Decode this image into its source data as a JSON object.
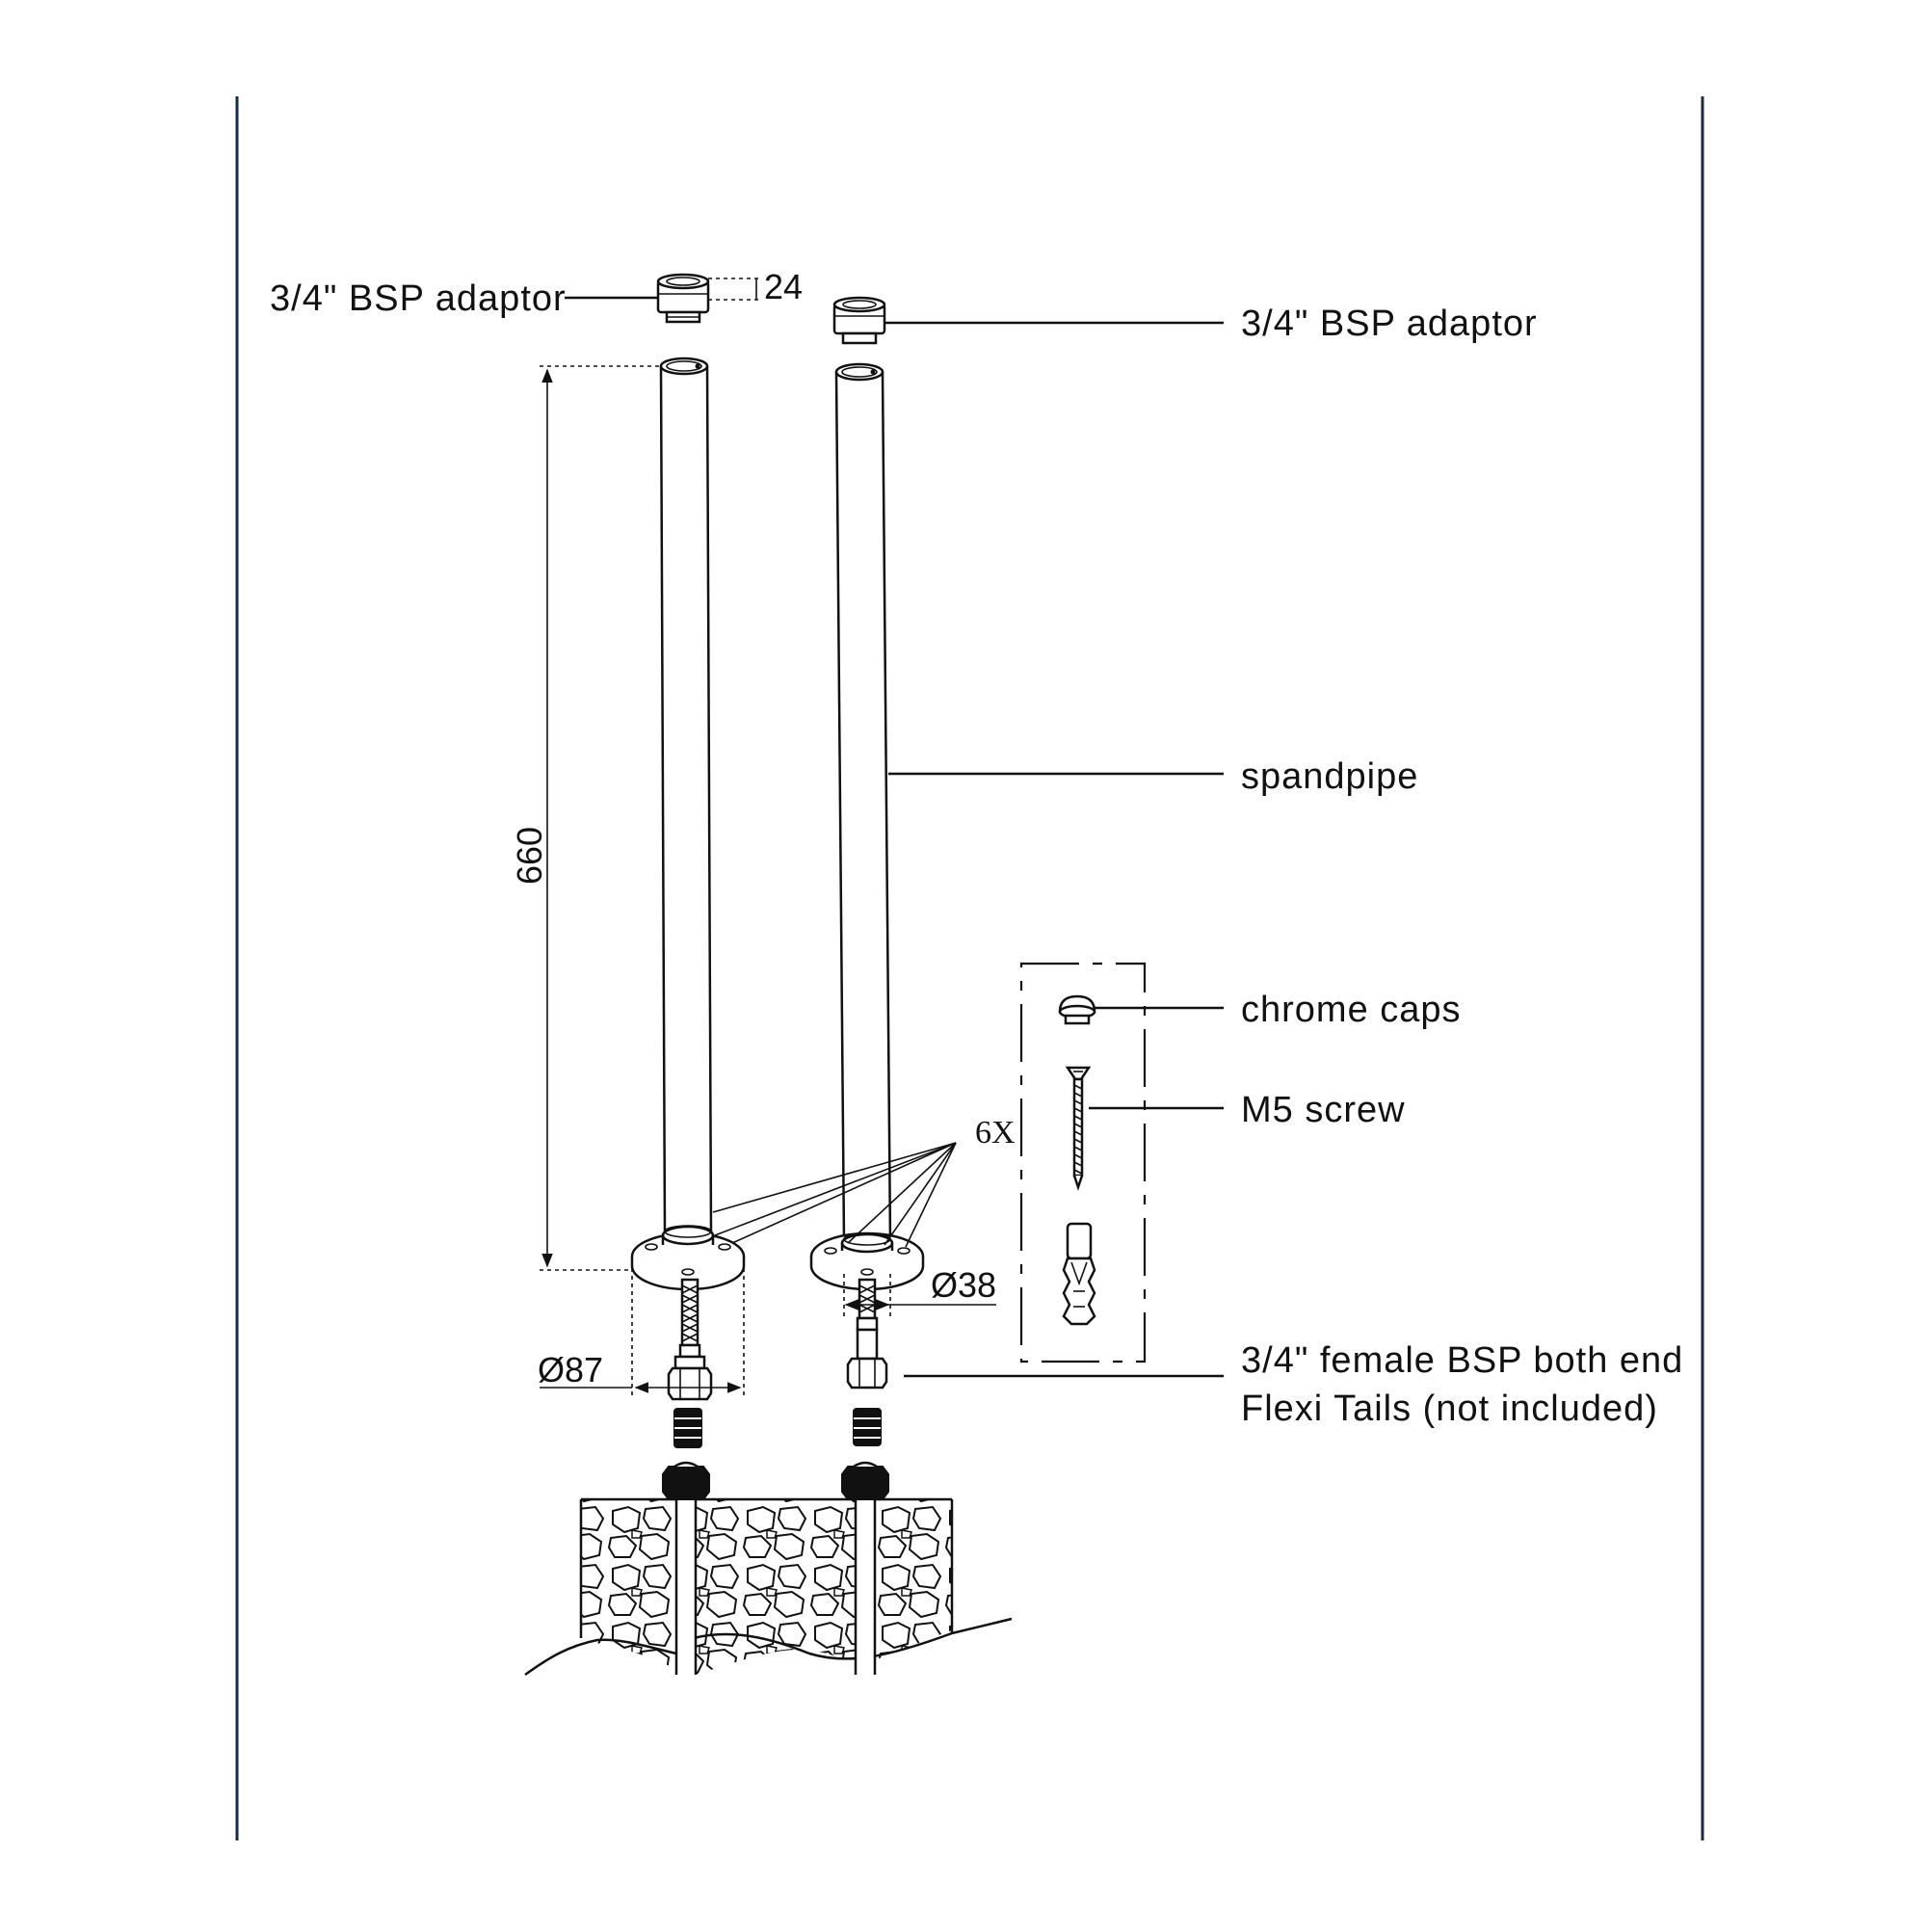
{
  "labels": {
    "adaptor_left": "3/4\" BSP adaptor",
    "adaptor_right": "3/4\" BSP adaptor",
    "standpipe": "spandpipe",
    "chrome_caps": "chrome caps",
    "screw": "M5 screw",
    "flexi_line1": "3/4\" female BSP both end",
    "flexi_line2": "Flexi Tails (not included)"
  },
  "dimensions": {
    "adaptor_height": "24",
    "pipe_length": "660",
    "flange_diameter": "Ø87",
    "pipe_diameter": "Ø38",
    "quantity": "6X"
  },
  "colors": {
    "frame_line": "#1a2a4a",
    "ink": "#111111"
  }
}
